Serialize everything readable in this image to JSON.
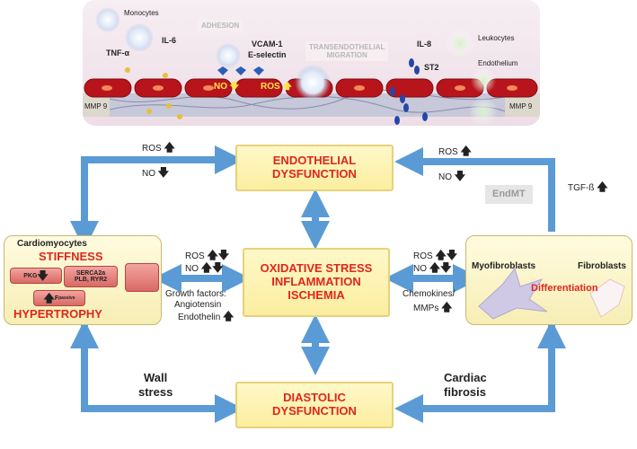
{
  "colors": {
    "box_fill": "#fcf1b4",
    "box_border": "#e6d27a",
    "title_red": "#e0261c",
    "arrow_blue": "#5b9bd5",
    "vessel_red": "#b8141c",
    "mmp_bg": "#dcd8cc"
  },
  "vessel": {
    "monocytes": "Monocytes",
    "leukocytes": "Leukocytes",
    "endothelium": "Endothelium",
    "tnf": "TNF-α",
    "il6": "IL-6",
    "adhesion": "ADHESION",
    "vcam": "VCAM-1",
    "eselectin": "E-selectin",
    "transmigration": "TRANSENDOTHELIAL\nMIGRATION",
    "il8": "IL-8",
    "st2": "ST2",
    "no": "NO",
    "ros": "ROS",
    "mmp9_left": "MMP 9",
    "mmp9_right": "MMP 9"
  },
  "boxes": {
    "endothelial": [
      "ENDOTHELIAL",
      "DYSFUNCTION"
    ],
    "oxidative": [
      "OXIDATIVE STRESS",
      "INFLAMMATION",
      "ISCHEMIA"
    ],
    "diastolic": [
      "DIASTOLIC",
      "DYSFUNCTION"
    ]
  },
  "cardio": {
    "title": "Cardiomyocytes",
    "stiffness": "STIFFNESS",
    "hypertrophy": "HYPERTROPHY",
    "pkg": "PKG",
    "serca": "SERCA2a\nPLB, RYR2",
    "fpassive": "F",
    "fpassive_sub": "passive"
  },
  "fibro": {
    "myofibroblasts": "Myofibroblasts",
    "fibroblasts": "Fibroblasts",
    "differentiation": "Differentiation"
  },
  "labels": {
    "ros_top_left": "ROS",
    "no_top_left": "NO",
    "ros_top_right": "ROS",
    "no_top_right": "NO",
    "endmt": "EndMT",
    "tgf": "TGF-ß",
    "ros_mid_left": "ROS",
    "no_mid_left": "NO",
    "growth": "Growth factors:",
    "angiotensin": "Angiotensin",
    "endothelin": "Endothelin",
    "ros_mid_right": "ROS",
    "no_mid_right": "NO",
    "chemokines": "Chemokines/",
    "mmps": "MMPs",
    "wall1": "Wall",
    "wall2": "stress",
    "cardiac1": "Cardiac",
    "cardiac2": "fibrosis"
  },
  "arrows": {
    "up": "🡅",
    "down": "🡇"
  }
}
